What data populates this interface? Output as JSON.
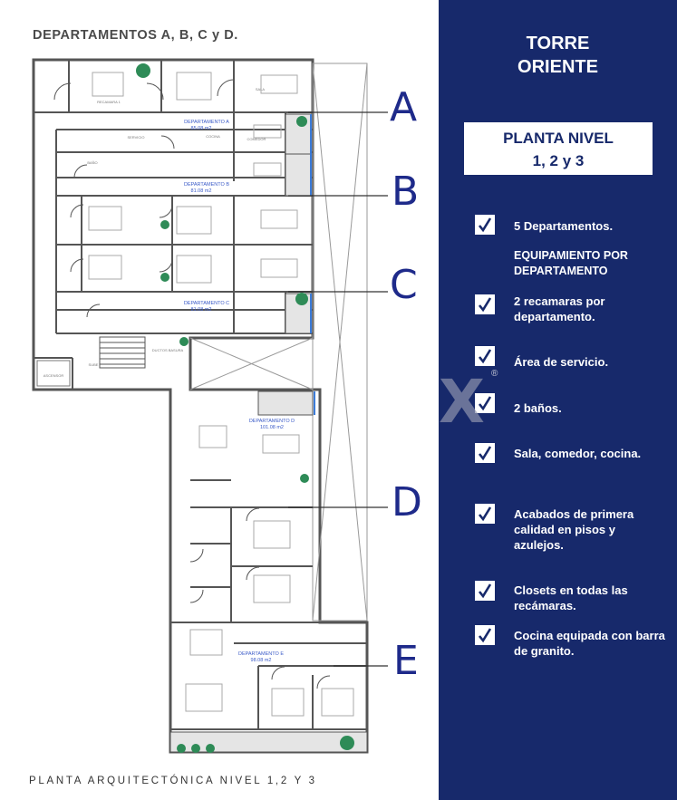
{
  "left": {
    "title": "DEPARTAMENTOS A, B, C y D.",
    "caption": "PLANTA ARQUITECTÓNICA NIVEL 1,2 Y 3"
  },
  "plan": {
    "units": [
      {
        "letter": "A",
        "name": "DEPARTAMENTO A",
        "area": "85.08 m2"
      },
      {
        "letter": "B",
        "name": "DEPARTAMENTO B",
        "area": "81.08 m2"
      },
      {
        "letter": "C",
        "name": "DEPARTAMENTO C",
        "area": "81.08 m2"
      },
      {
        "letter": "D",
        "name": "DEPARTAMENTO D",
        "area": "101.08 m2"
      },
      {
        "letter": "E",
        "name": "DEPARTAMENTO E",
        "area": "98.08 m2"
      }
    ],
    "labels": {
      "recamara": "RECAMARA 1",
      "sala": "SALA",
      "comedor": "COMEDOR",
      "cocina": "COCINA",
      "bano": "BAÑO",
      "servicio": "SERVICIO",
      "ductos": "DUCTOS BASURA",
      "sube": "SUBE",
      "ascensor": "ASCENSOR"
    }
  },
  "sidebar": {
    "tower_line1": "TORRE",
    "tower_line2": "ORIENTE",
    "level_line1": "PLANTA NIVEL",
    "level_line2": "1, 2 y 3",
    "equip_heading": "EQUIPAMIENTO POR DEPARTAMENTO",
    "features": [
      "5 Departamentos.",
      "2 recamaras por departamento.",
      "Área de servicio.",
      "2 baños.",
      "Sala, comedor, cocina.",
      "Acabados de primera calidad en pisos y azulejos.",
      "Closets en todas las recámaras.",
      "Cocina equipada con barra de granito."
    ],
    "watermark": "X"
  },
  "colors": {
    "navy": "#17296b",
    "letter_blue": "#1e2a8a",
    "wall": "#555555"
  }
}
